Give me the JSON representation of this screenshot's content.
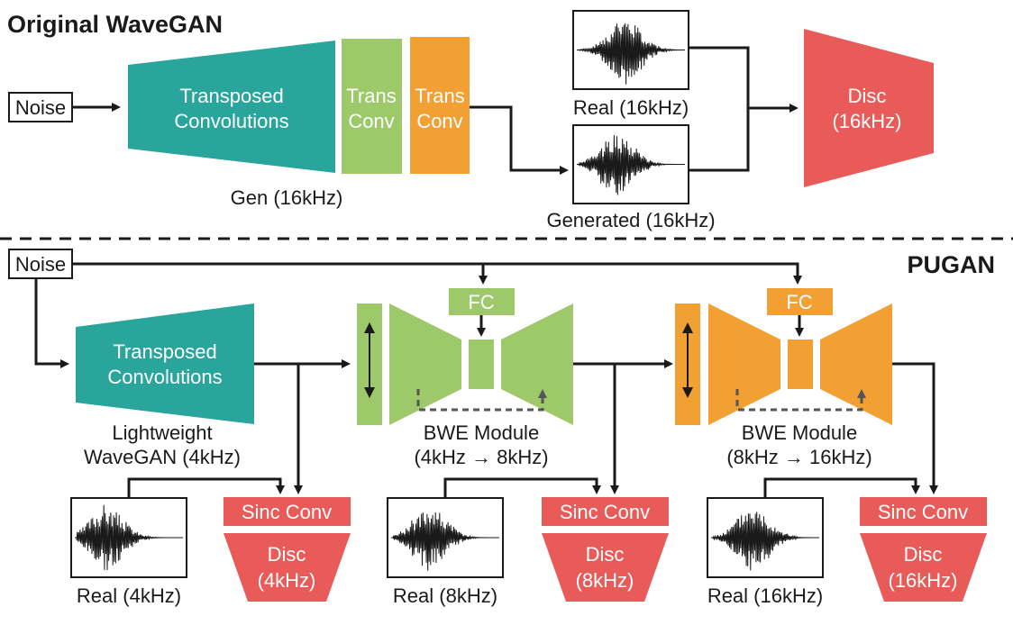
{
  "titles": {
    "top": "Original WaveGAN",
    "bottom": "PUGAN"
  },
  "top": {
    "noise": "Noise",
    "gen_main_line1": "Transposed",
    "gen_main_line2": "Convolutions",
    "trans1_line1": "Trans",
    "trans1_line2": "Conv",
    "trans2_line1": "Trans",
    "trans2_line2": "Conv",
    "gen_label": "Gen (16kHz)",
    "real_label": "Real (16kHz)",
    "generated_label": "Generated (16kHz)",
    "disc_line1": "Disc",
    "disc_line2": "(16kHz)"
  },
  "bottom": {
    "noise": "Noise",
    "gen_line1": "Transposed",
    "gen_line2": "Convolutions",
    "gen_label_line1": "Lightweight",
    "gen_label_line2": "WaveGAN (4kHz)",
    "fc1": "FC",
    "fc2": "FC",
    "bwe1_line1": "BWE Module",
    "bwe1_line2": "(4kHz → 8kHz)",
    "bwe2_line1": "BWE Module",
    "bwe2_line2": "(8kHz → 16kHz)",
    "sinc1": "Sinc Conv",
    "sinc2": "Sinc Conv",
    "sinc3": "Sinc Conv",
    "disc1_line1": "Disc",
    "disc1_line2": "(4kHz)",
    "disc2_line1": "Disc",
    "disc2_line2": "(8kHz)",
    "disc3_line1": "Disc",
    "disc3_line2": "(16kHz)",
    "real1": "Real (4kHz)",
    "real2": "Real (8kHz)",
    "real3": "Real (16kHz)"
  },
  "colors": {
    "teal": "#2aa59b",
    "green": "#9dc96a",
    "orange": "#f2a033",
    "red": "#e85b58"
  }
}
